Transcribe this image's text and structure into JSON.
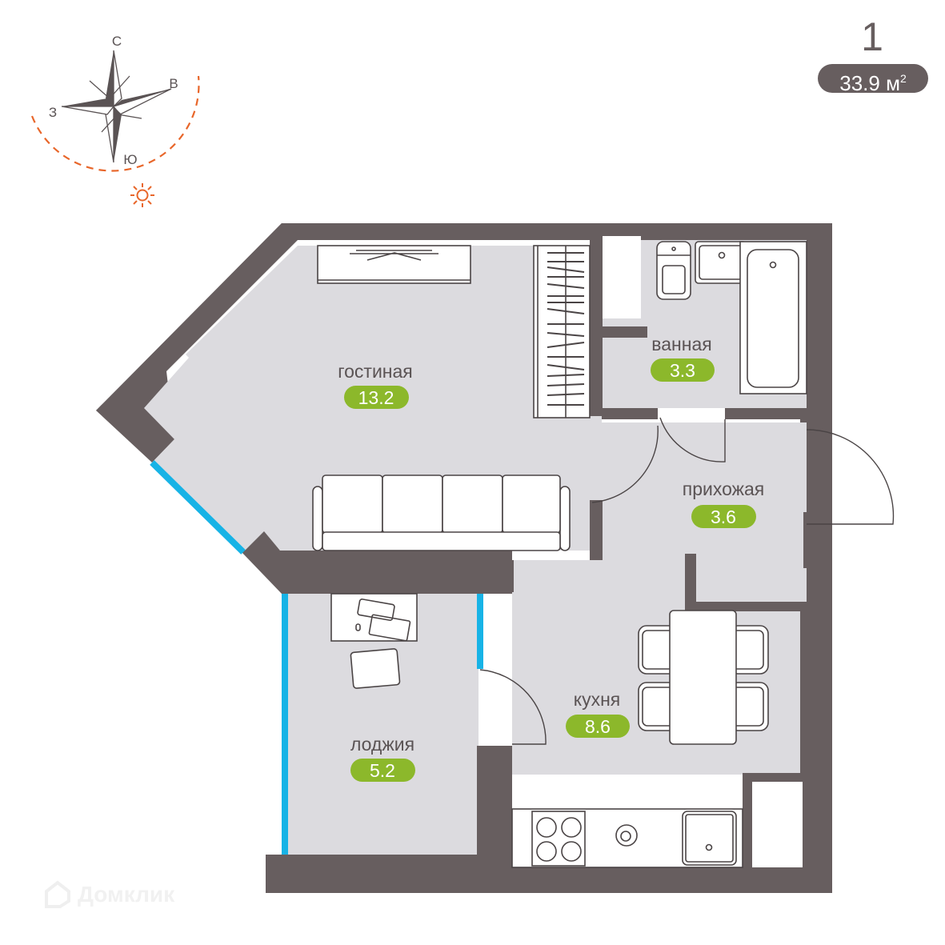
{
  "header": {
    "rooms_count": "1",
    "total_area_value": "33.9 м",
    "total_area_unit_sup": "2"
  },
  "compass": {
    "north": "С",
    "east": "В",
    "south": "Ю",
    "west": "З",
    "sun_icon": "sun-icon",
    "colors": {
      "arc": "#e8662a",
      "rose": "#5a5354"
    }
  },
  "rooms": {
    "living": {
      "label": "гостиная",
      "area": "13.2"
    },
    "bath": {
      "label": "ванная",
      "area": "3.3"
    },
    "hall": {
      "label": "прихожая",
      "area": "3.6"
    },
    "kitchen": {
      "label": "кухня",
      "area": "8.6"
    },
    "loggia": {
      "label": "лоджия",
      "area": "5.2"
    }
  },
  "colors": {
    "wall": "#675e5f",
    "floor": "#dcdbdf",
    "area_badge": "#8cb82b",
    "window": "#17b3e6"
  },
  "watermark": {
    "text": "Домклик"
  }
}
